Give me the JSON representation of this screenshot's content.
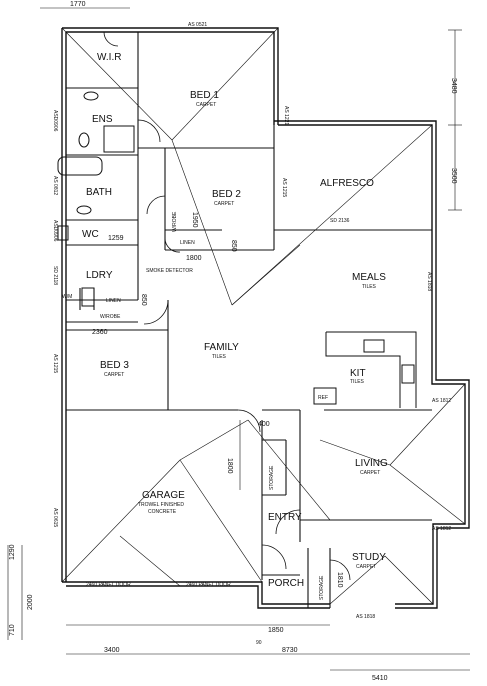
{
  "rooms": {
    "wir": "W.I.R",
    "bed1": "BED 1",
    "bed1_sub": "CARPET",
    "ens": "ENS",
    "bath": "BATH",
    "wc": "WC",
    "bed2": "BED 2",
    "bed2_sub": "CARPET",
    "alfresco": "ALFRESCO",
    "ldry": "LDRY",
    "linen1": "LINEN",
    "linen2": "LINEN",
    "wm": "W/M",
    "wrobe1": "W/ROBE",
    "wrobe2": "W/ROBE",
    "smoke": "SMOKE DETECTOR",
    "meals": "MEALS",
    "meals_sub": "TILES",
    "family": "FAMILY",
    "family_sub": "TILES",
    "bed3": "BED 3",
    "bed3_sub": "CARPET",
    "kit": "KIT",
    "kit_sub": "TILES",
    "ref": "REF",
    "living": "LIVING",
    "living_sub": "CARPET",
    "garage": "GARAGE",
    "garage_sub1": "TROWEL FINISHED",
    "garage_sub2": "CONCRETE",
    "storage1": "STORAGE",
    "storage2": "STORAGE",
    "entry": "ENTRY",
    "porch": "PORCH",
    "study": "STUDY",
    "study_sub": "CARPET",
    "door1": "2460 PANEL DOOR",
    "door2": "2460 PANEL DOOR"
  },
  "dims": {
    "top1770": "1770",
    "as0521": "AS 0521",
    "as1221": "AS 1221",
    "as1215a": "AS 1215",
    "as1215b": "AS 1215",
    "sd2136": "SD 2136",
    "as1818": "AS 1818",
    "as1812a": "AS 1812",
    "as1812b": "AS 1812",
    "as1818b": "AS 1818",
    "asd0906a": "ASD0906",
    "as0812": "AS 0812",
    "asd0906b": "ASD0906",
    "sd2118": "SD 2118",
    "as0615": "AS 0615",
    "r3480": "3480",
    "r3500": "3500",
    "d1950": "1950",
    "d1259": "1259",
    "d1800a": "1800",
    "d850a": "850",
    "d850b": "850",
    "d2360": "2360",
    "d400": "400",
    "d1800b": "1800",
    "d1810": "1810",
    "l1290": "1290",
    "l710": "710",
    "l2000": "2000",
    "b3400": "3400",
    "b90": "90",
    "b8730": "8730",
    "b1850": "1850",
    "b5410": "5410"
  }
}
